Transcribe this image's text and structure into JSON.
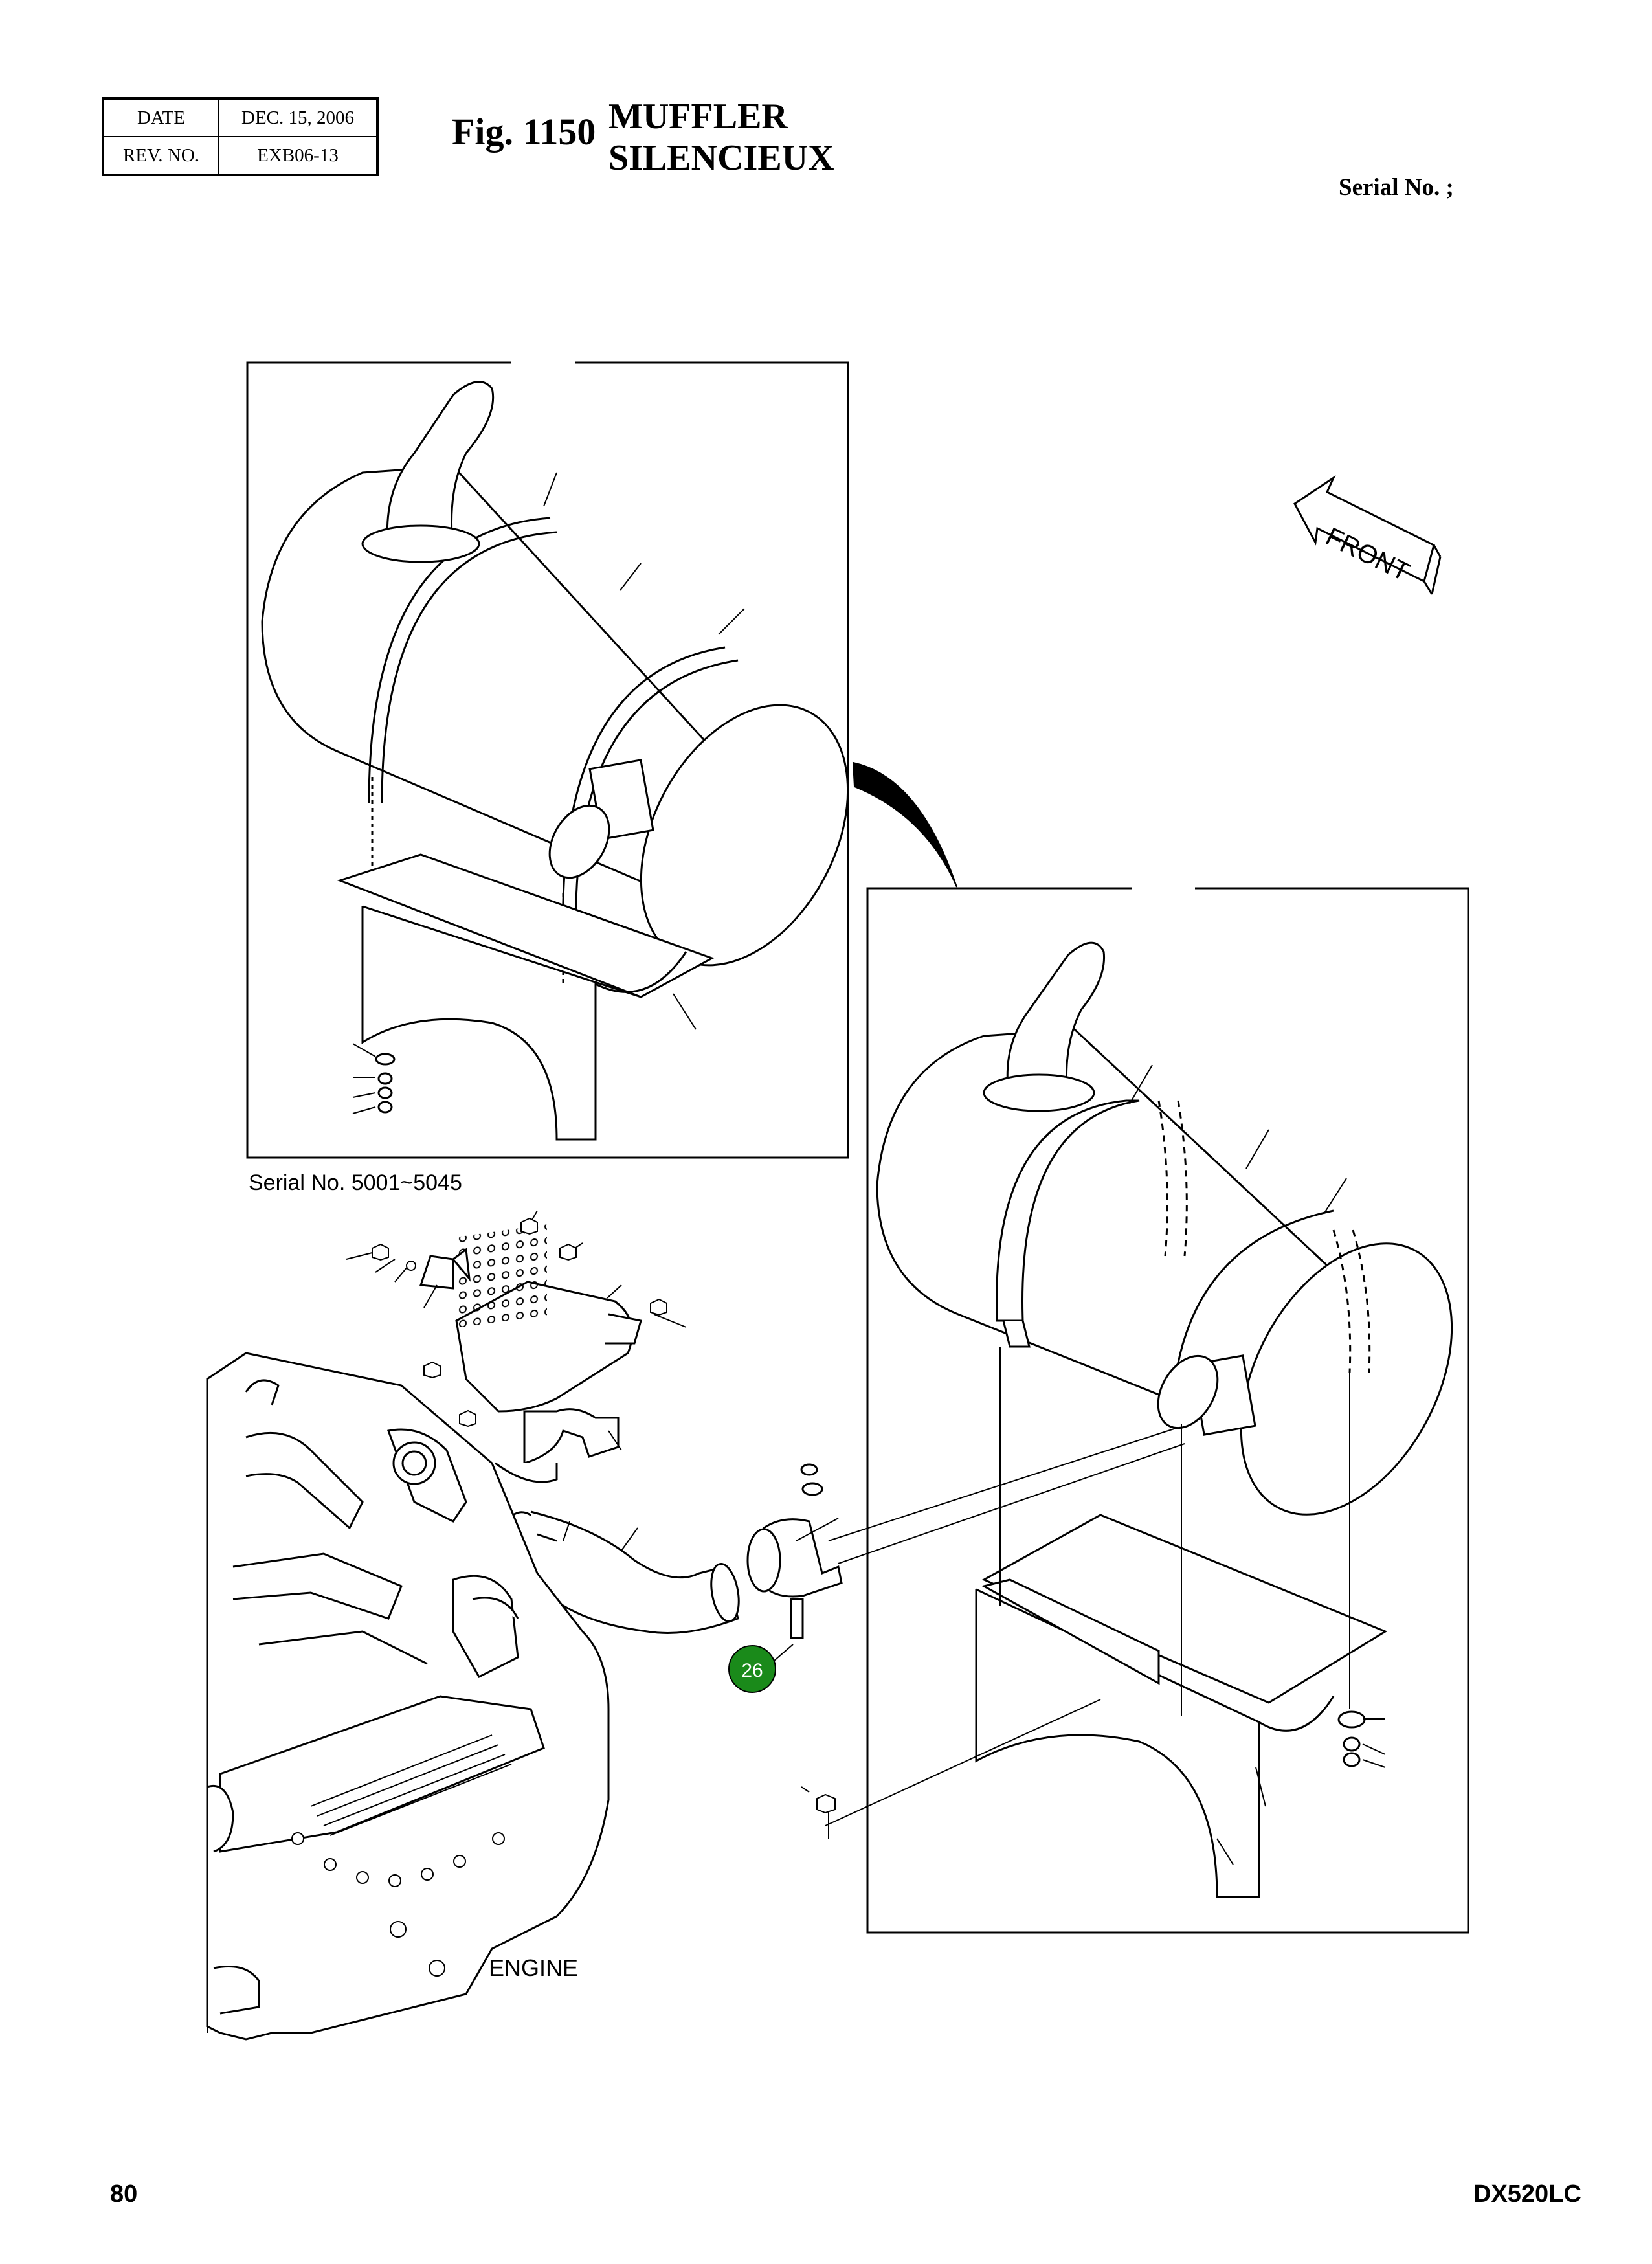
{
  "header": {
    "date_label": "DATE",
    "date_value": "DEC. 15, 2006",
    "rev_label": "REV. NO.",
    "rev_value": "EXB06-13",
    "figure_label": "Fig. 1150",
    "title_en": "MUFFLER",
    "title_fr": "SILENCIEUX",
    "serial_label": "Serial No. ;"
  },
  "diagram": {
    "front_label": "FRONT",
    "inset_serial_label": "Serial No. 5001~5045",
    "engine_label": "ENGINE",
    "callout_number": "26",
    "callout_color": "#1a8a1a"
  },
  "footer": {
    "page_number": "80",
    "model": "DX520LC"
  }
}
